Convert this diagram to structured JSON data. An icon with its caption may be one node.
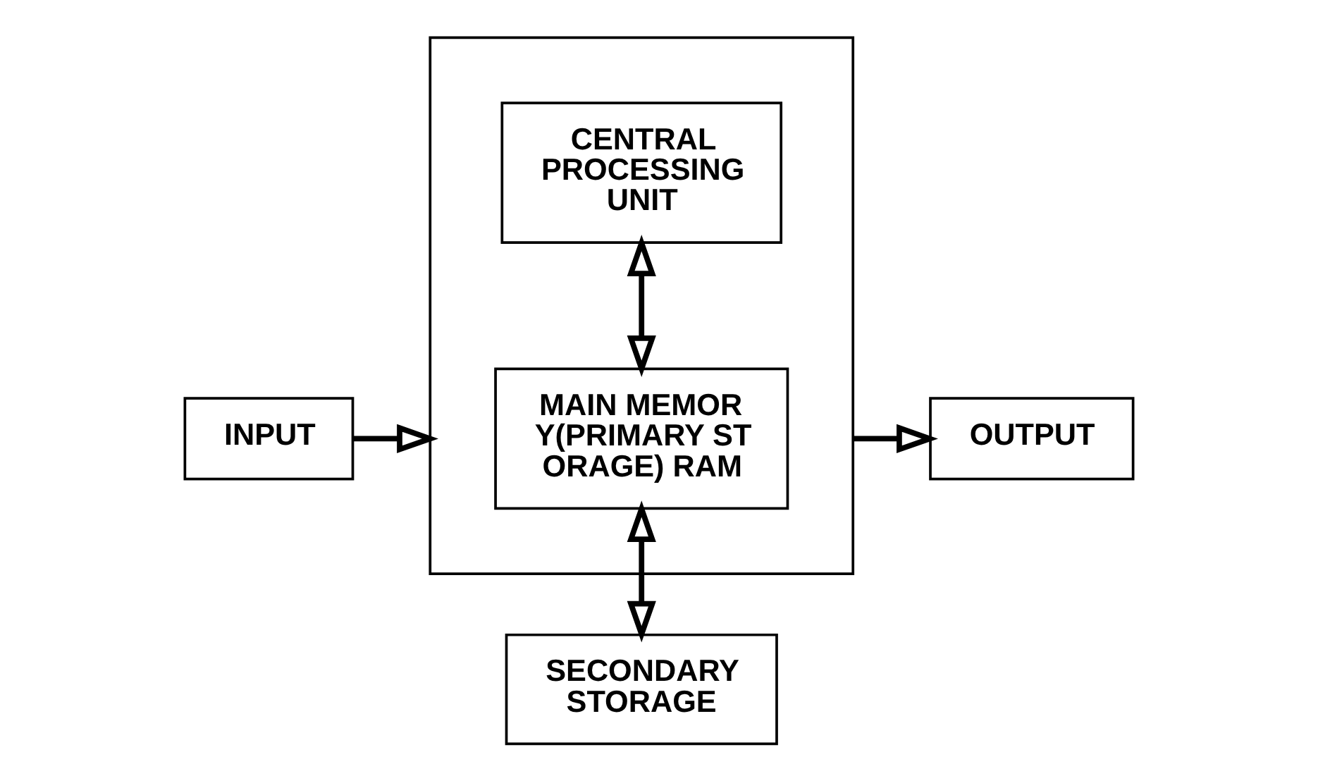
{
  "diagram": {
    "nodes": [
      {
        "text": [
          "INPUT"
        ]
      },
      {
        "text": [],
        "shape": "box"
      },
      {
        "text": [
          "CENTRAL PROCESSING UNIT"
        ],
        "in": 1
      },
      {
        "text": [
          "MAIN MEMOR Y(PRIMARY ST ORAGE) RAM"
        ],
        "in": 1
      },
      {
        "text": [
          "OUTPUT"
        ]
      },
      {
        "text": [
          "SECONDARY STORAGE"
        ]
      }
    ],
    "edges": [
      {
        "from": 0,
        "to": 1,
        "arrow": "to"
      },
      {
        "from": 2,
        "to": 3,
        "arrow": "both"
      },
      {
        "from": 1,
        "to": 4,
        "arrow": "to"
      },
      {
        "from": 3,
        "to": 5,
        "arrow": "both"
      }
    ]
  }
}
